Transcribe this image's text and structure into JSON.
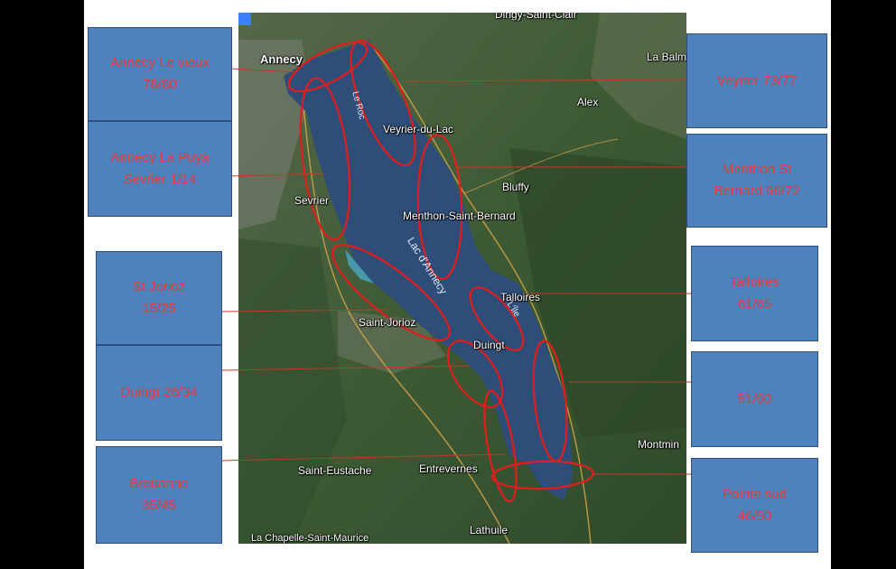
{
  "colors": {
    "box_fill": "#4f81bd",
    "label_text": "#e83a3a",
    "zone_outline": "#e11d1d",
    "lake": "#2e4d78",
    "terrain": "#3f5a36",
    "road": "#d9a84a"
  },
  "map": {
    "places": {
      "dingy": "Dingy-Saint-Clair",
      "annecy": "Annecy",
      "la_balme": "La Balm",
      "alex": "Alex",
      "veyrier_du_lac": "Veyrier-du-Lac",
      "bluffy": "Bluffy",
      "sevrier": "Sevrier",
      "menthon": "Menthon-Saint-Bernard",
      "talloires": "Talloires",
      "saint_jorioz": "Saint-Jorioz",
      "duingt": "Duingt",
      "montmin": "Montmin",
      "saint_eustache": "Saint-Eustache",
      "entrevernes": "Entrevernes",
      "lathuile": "Lathuile",
      "la_chapelle": "La Chapelle-Saint-Maurice"
    },
    "water_labels": {
      "lac": "Lac d'Annecy",
      "ile": "L'Île",
      "le_roc": "Le Roc"
    }
  },
  "zones": {
    "annecy_le_vieux": {
      "line1": "Annecy Le vieux",
      "line2": "78/80"
    },
    "annecy_la_puya": {
      "line1": "Annecy La Puya",
      "line2": "Sevrier  1/14"
    },
    "st_jorioz": {
      "line1": "St Jorioz",
      "line2": "15/25"
    },
    "duingt": {
      "line1": "Duingt 26/34"
    },
    "bredanne": {
      "line1": "Bredanne",
      "line2": "35/45"
    },
    "veyrier": {
      "line1": "Veyrier 73/77"
    },
    "menthon": {
      "line1": "Menthon St",
      "line2": "Bernard 66/72"
    },
    "talloires": {
      "line1": "Talloires",
      "line2": "61/65"
    },
    "zone_51_60": {
      "line1": "51/60"
    },
    "pointe_sud": {
      "line1": "Pointe sud",
      "line2": "46/50"
    }
  }
}
